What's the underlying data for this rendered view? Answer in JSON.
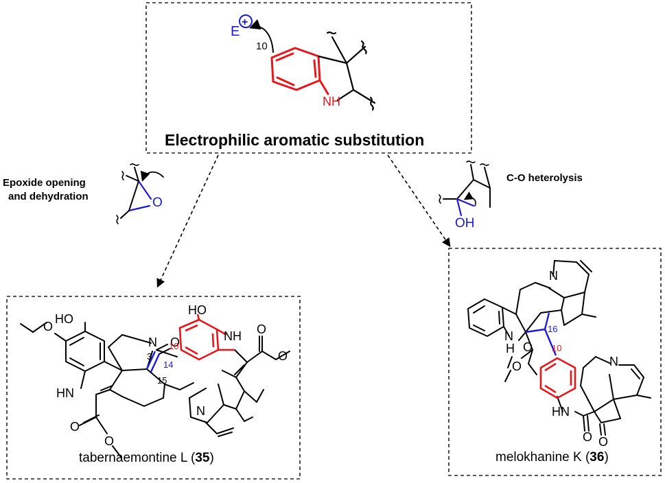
{
  "top": {
    "title": "Electrophilic aromatic substitution",
    "electrophile": "E",
    "charge": "+",
    "position": "10",
    "nitrogen": "NH"
  },
  "left_path": {
    "label_line1": "Epoxide opening",
    "label_line2": "and dehydration",
    "oxygen": "O"
  },
  "right_path": {
    "label": "C-O heterolysis",
    "hydroxyl": "OH"
  },
  "compound_35": {
    "name": "tabernaemontine L (",
    "number": "35",
    "close": ")",
    "atoms": {
      "ho1": "HO",
      "ho2": "HO",
      "nh_indole": "NH",
      "hn": "HN",
      "n_amide": "N",
      "n_bottom": "N",
      "o_carbonyl": "O",
      "n3": "3",
      "n14": "14",
      "n15": "15",
      "n10": "10"
    }
  },
  "compound_36": {
    "name": "melokhanine K (",
    "number": "36",
    "close": ")",
    "atoms": {
      "n_top": "N",
      "nh_left": "N",
      "h_left": "H",
      "n16": "16",
      "n10": "10",
      "o_ester1": "O",
      "o_ester2": "O",
      "n_lower": "N",
      "hn": "HN",
      "o_lactam": "O",
      "o_ketone": "O"
    }
  },
  "colors": {
    "ring_highlight": "#e8161b",
    "bond_highlight": "#1a1ad6",
    "ink": "#000000"
  }
}
